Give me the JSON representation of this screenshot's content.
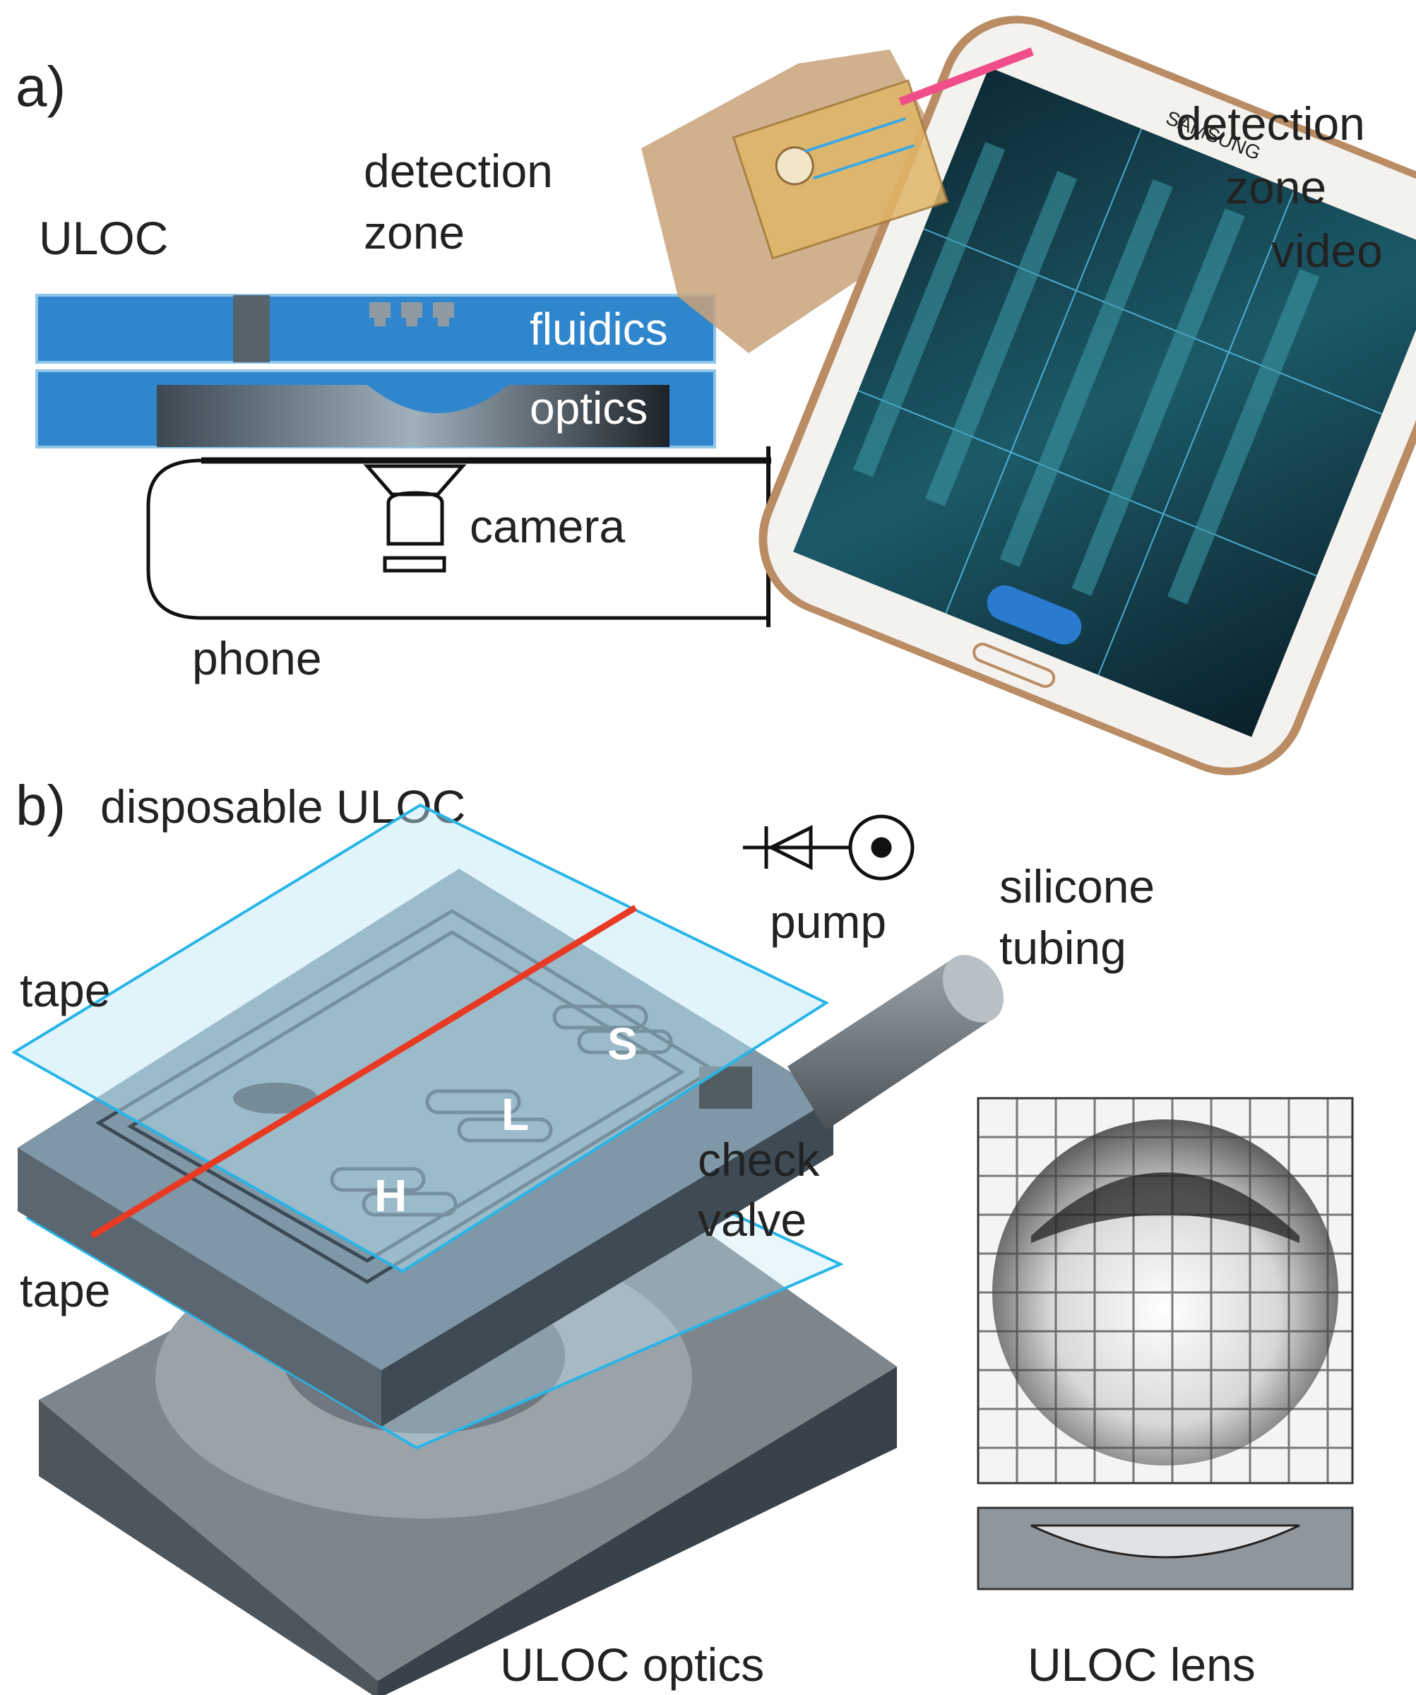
{
  "panel_a": {
    "letter": "a)",
    "uloc": "ULOC",
    "detection_zone": [
      "detection",
      "zone"
    ],
    "fluidics": "fluidics",
    "optics": "optics",
    "camera": "camera",
    "phone": "phone",
    "detection_zone_video": [
      "detection",
      "zone",
      "video"
    ],
    "phone_brand": "SAMSUNG"
  },
  "panel_b": {
    "letter": "b)",
    "disposable_uloc": "disposable ULOC",
    "pump": "pump",
    "silicone_tubing": [
      "silicone",
      "tubing"
    ],
    "tape_top": "tape",
    "tape_bottom": "tape",
    "chamber_s": "S",
    "chamber_l": "L",
    "chamber_h": "H",
    "check_valve": [
      "check",
      "valve"
    ],
    "uloc_optics": "ULOC optics",
    "uloc_lens": "ULOC lens"
  },
  "colors": {
    "layer_blue": "#2f86cc",
    "tape_cyan": "#27b5e8",
    "laser_red": "#e83a22",
    "phone_gold": "#c9a27a"
  }
}
